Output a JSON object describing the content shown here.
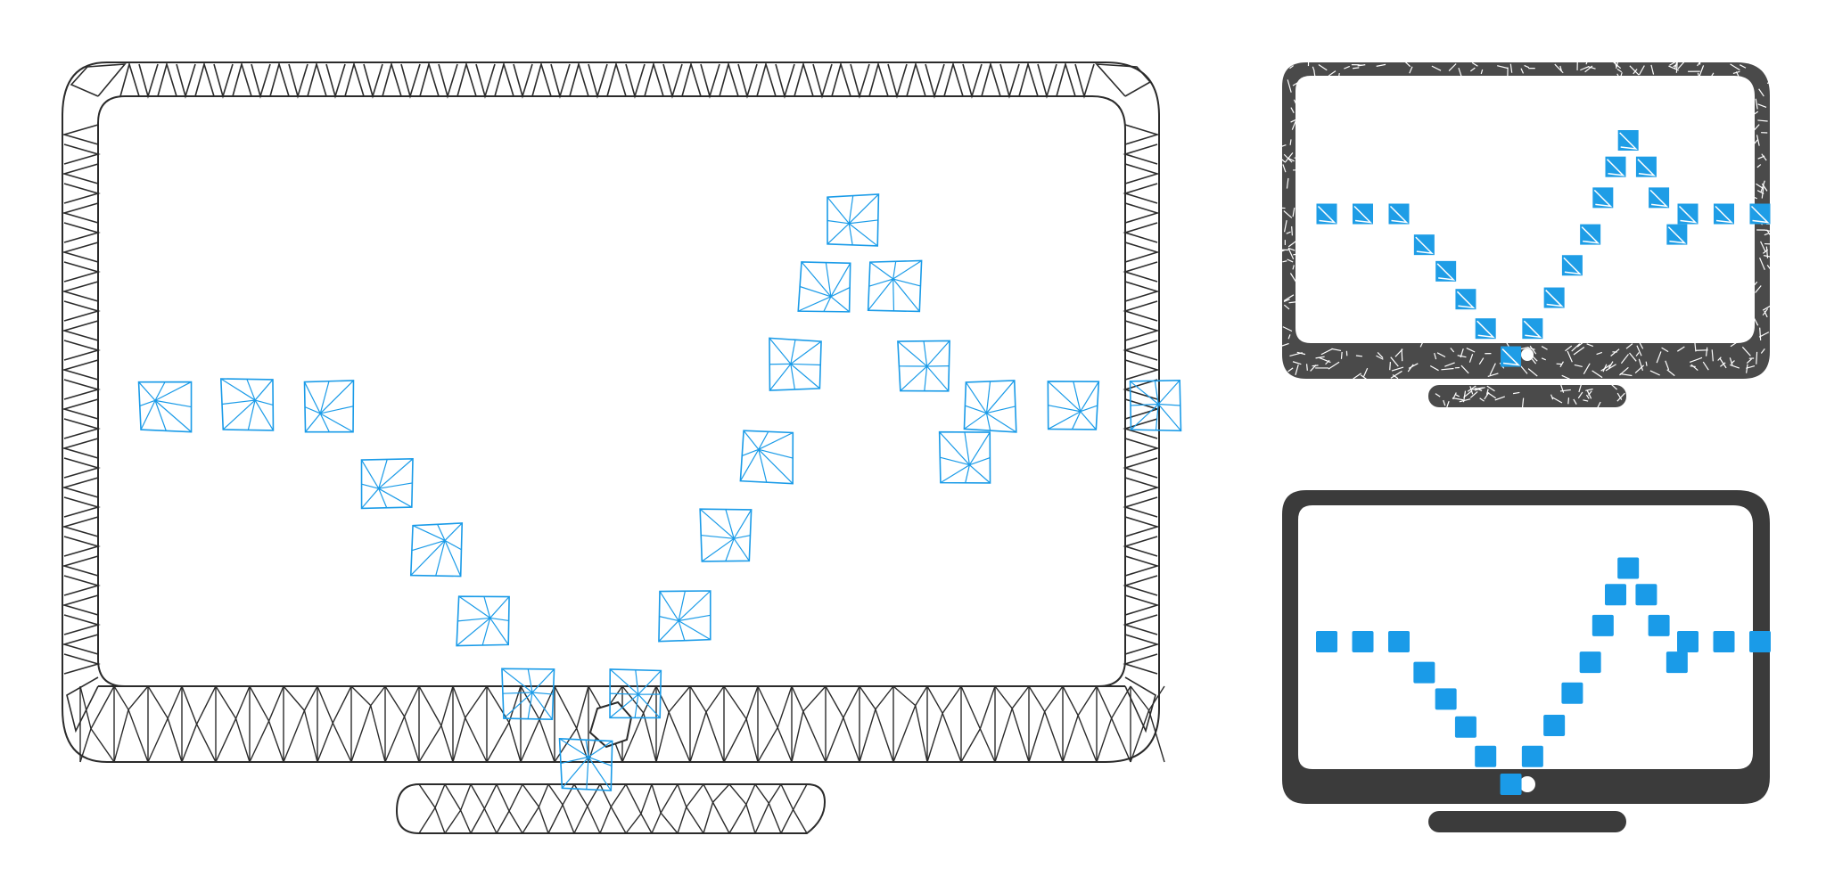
{
  "colors": {
    "background": "#ffffff",
    "mesh_stroke": "#2b2b2b",
    "mesh_accent": "#1a9be8",
    "mosaic_dark": "#4a4a4a",
    "mosaic_blue": "#1e9de6",
    "flat_dark": "#3b3b3b",
    "flat_blue": "#1a9be8",
    "screen": "#ffffff"
  },
  "icons": [
    {
      "name": "mesh-monitor-pulse-icon",
      "style": "wireframe-mesh"
    },
    {
      "name": "mosaic-monitor-pulse-icon",
      "style": "triangle-mosaic"
    },
    {
      "name": "flat-monitor-pulse-icon",
      "style": "flat-solid"
    }
  ],
  "pulse_dots": [
    [
      0,
      0
    ],
    [
      1,
      0
    ],
    [
      2,
      0
    ],
    [
      2.7,
      1.05
    ],
    [
      3.3,
      1.95
    ],
    [
      3.85,
      2.9
    ],
    [
      4.4,
      3.9
    ],
    [
      5.1,
      4.85
    ],
    [
      5.7,
      3.9
    ],
    [
      6.3,
      2.85
    ],
    [
      6.8,
      1.75
    ],
    [
      7.3,
      0.7
    ],
    [
      7.65,
      -0.55
    ],
    [
      8.0,
      -1.6
    ],
    [
      8.35,
      -2.5
    ],
    [
      8.85,
      -1.6
    ],
    [
      9.2,
      -0.55
    ],
    [
      9.7,
      0.7
    ],
    [
      10.0,
      0
    ],
    [
      11.0,
      0
    ],
    [
      12.0,
      0
    ]
  ]
}
